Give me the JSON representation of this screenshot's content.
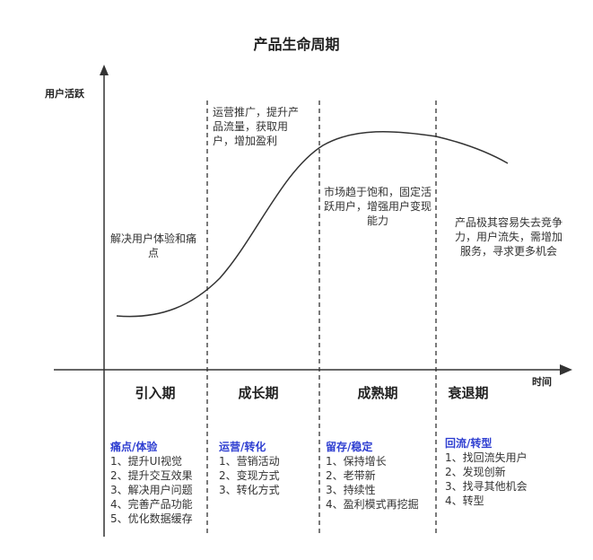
{
  "title": "产品生命周期",
  "axes": {
    "y_label": "用户活跃",
    "x_label": "时间"
  },
  "phases": [
    {
      "name": "引入期",
      "note": "解决用户体验和痛点",
      "box_title": "痛点/体验",
      "items": [
        "1、提升UI视觉",
        "2、提升交互效果",
        "3、解决用户问题",
        "4、完善产品功能",
        "5、优化数据缓存"
      ]
    },
    {
      "name": "成长期",
      "note": "运营推广，提升产品流量，获取用户，增加盈利",
      "box_title": "运营/转化",
      "items": [
        "1、营销活动",
        "2、变现方式",
        "3、转化方式"
      ]
    },
    {
      "name": "成熟期",
      "note": "市场趋于饱和，固定活跃用户，增强用户变现能力",
      "box_title": "留存/稳定",
      "items": [
        "1、保持增长",
        "2、老带新",
        "3、持续性",
        "4、盈利模式再挖掘"
      ]
    },
    {
      "name": "衰退期",
      "note": "产品极其容易失去竞争力，用户流失，需增加服务，寻求更多机会",
      "box_title": "回流/转型",
      "items": [
        "1、找回流失用户",
        "2、发现创新",
        "3、找寻其他机会",
        "4、转型"
      ]
    }
  ],
  "colors": {
    "axis": "#333333",
    "curve": "#333333",
    "accent": "#2f3fd1"
  }
}
